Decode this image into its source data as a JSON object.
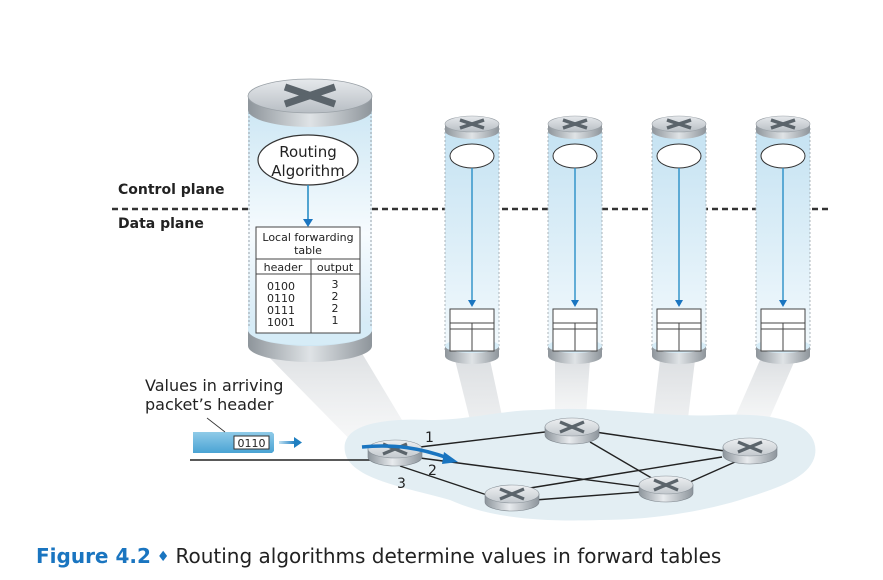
{
  "labels": {
    "control_plane": "Control plane",
    "data_plane": "Data plane",
    "routing_algorithm_line1": "Routing",
    "routing_algorithm_line2": "Algorithm",
    "packet_annotation_line1": "Values in arriving",
    "packet_annotation_line2": "packet’s header",
    "packet_header_value": "0110"
  },
  "forwarding_table": {
    "title_line1": "Local forwarding",
    "title_line2": "table",
    "columns": [
      "header",
      "output"
    ],
    "rows": [
      {
        "header": "0100",
        "output": "3"
      },
      {
        "header": "0110",
        "output": "2"
      },
      {
        "header": "0111",
        "output": "2"
      },
      {
        "header": "1001",
        "output": "1"
      }
    ]
  },
  "ports": {
    "port1": "1",
    "port2": "2",
    "port3": "3"
  },
  "caption": {
    "figure_number": "Figure 4.2",
    "separator": "♦",
    "text": "Routing algorithms determine values in forward tables"
  },
  "colors": {
    "accent_blue": "#1a75c0",
    "link_blue": "#2a8fc7",
    "cylinder_fill": "#d6ecf7",
    "network_cloud": "#e3eef3"
  }
}
